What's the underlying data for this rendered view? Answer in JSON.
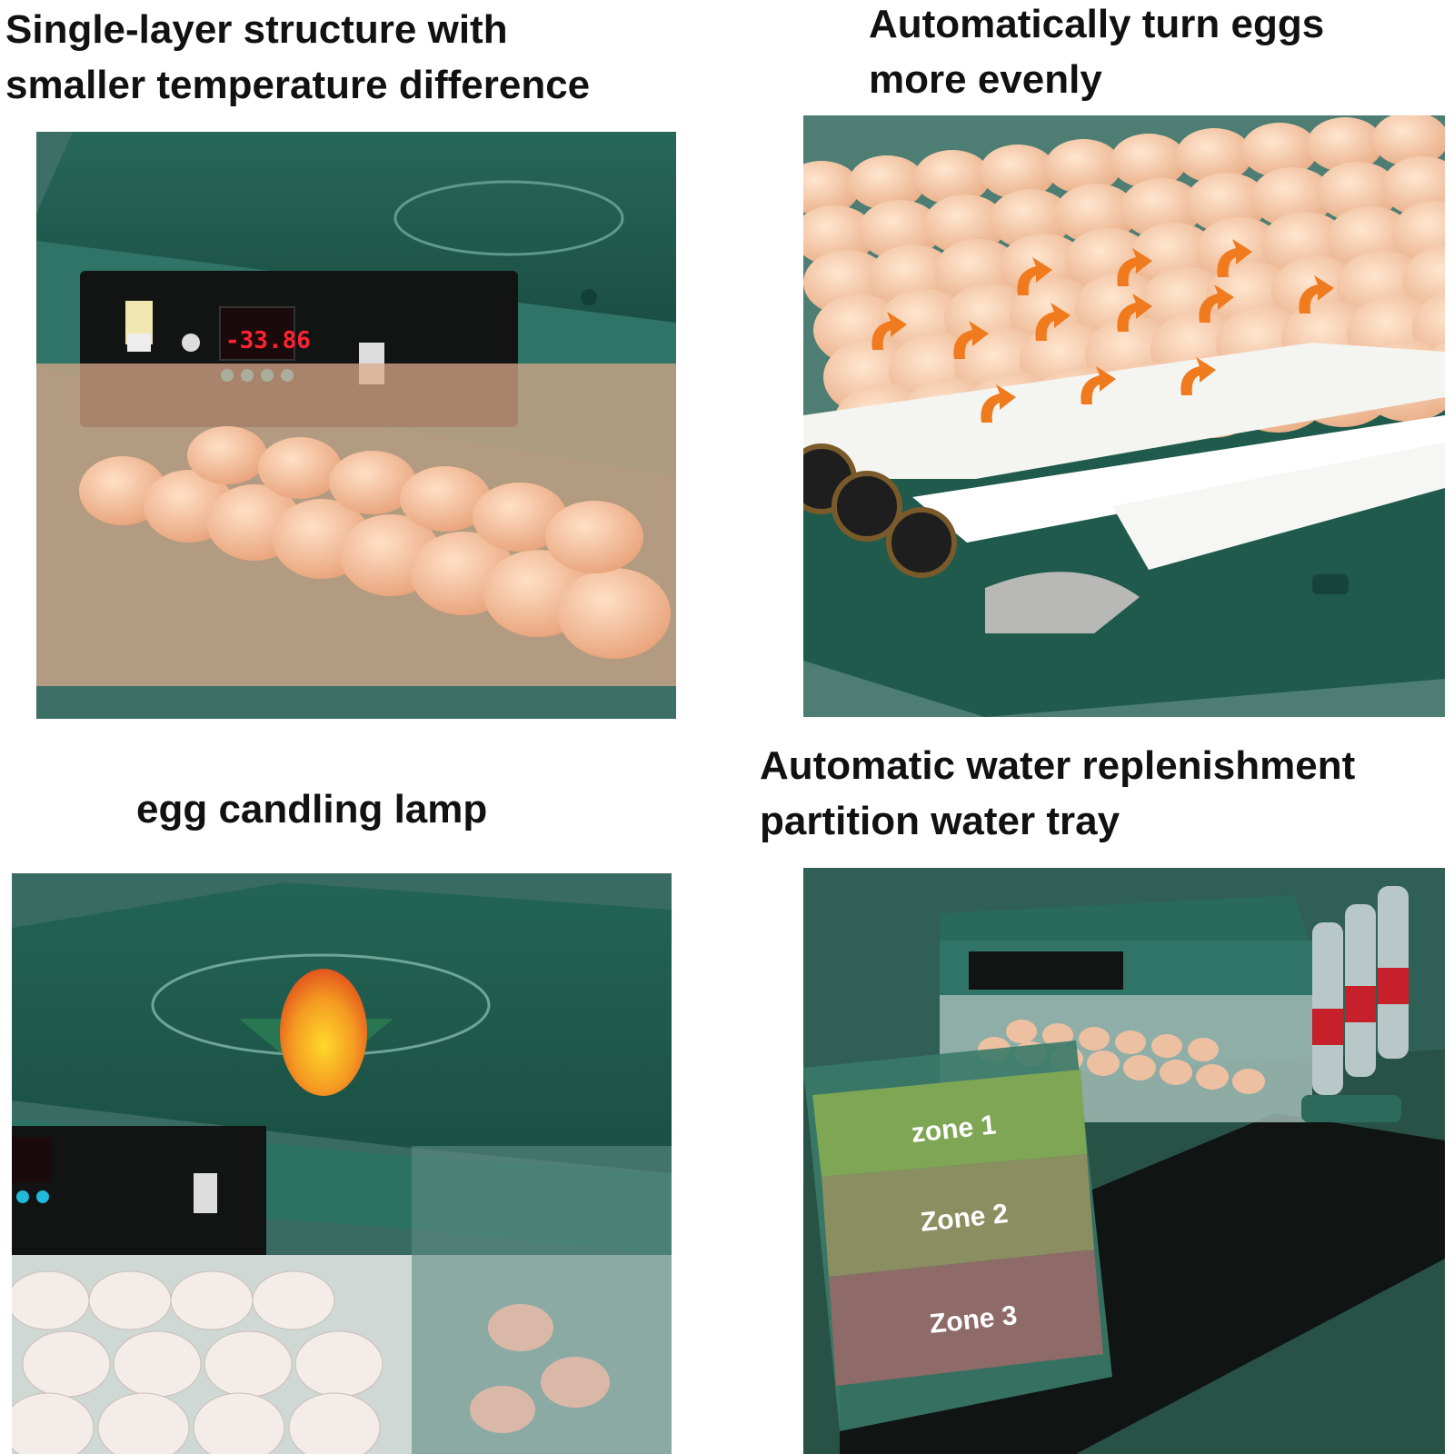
{
  "captions": {
    "top_left": [
      "Single-layer structure with",
      "smaller temperature difference"
    ],
    "top_right": [
      "Automatically turn eggs",
      "more evenly"
    ],
    "bottom_left": [
      "egg candling lamp"
    ],
    "bottom_right": [
      "Automatic water replenishment",
      "partition water tray"
    ]
  },
  "lcd_readout": "-33.86",
  "zones": [
    "zone 1",
    "Zone 2",
    "Zone 3"
  ],
  "colors": {
    "incubator_green": "#1f5a4c",
    "background_teal": "#3d6e64",
    "egg_peach": "#f2c09a",
    "turn_arrow": "#f07a1e",
    "zone1": "#7ea655",
    "zone2": "#8a8e60",
    "zone3": "#8e6a68"
  }
}
